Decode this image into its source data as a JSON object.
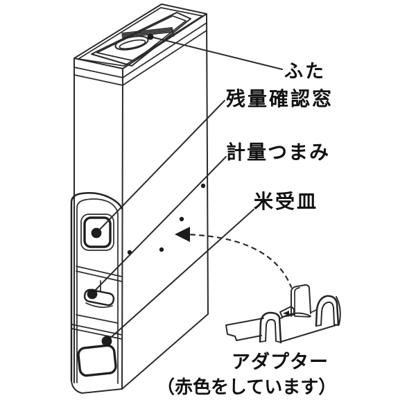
{
  "diagram": {
    "type": "instruction-line-drawing",
    "subject": "rice dispenser (米びつ) parts callout diagram",
    "colors": {
      "background": "#ffffff",
      "line": "#2a2a2a",
      "text": "#111111"
    },
    "labels": {
      "lid": "ふた",
      "remaining_window": "残量確認窓",
      "measuring_knob": "計量つまみ",
      "rice_tray": "米受皿",
      "adapter": "アダプター",
      "adapter_note": "（赤色をしています）"
    }
  }
}
